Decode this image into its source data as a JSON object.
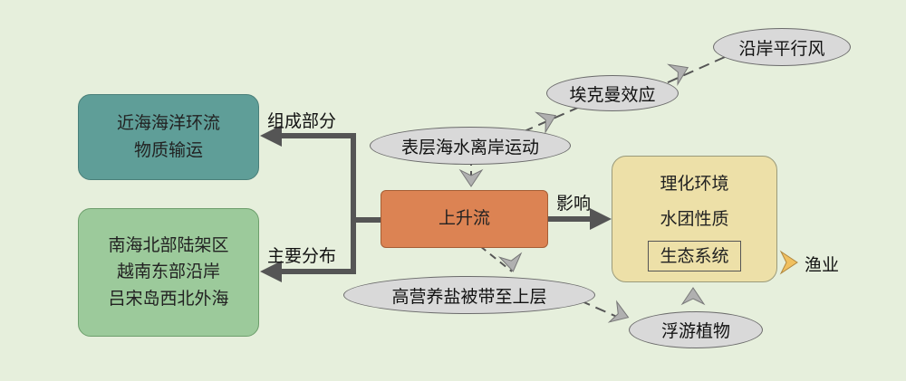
{
  "boxes": {
    "coastal": [
      "近海海洋环流",
      "物质输运"
    ],
    "regions": [
      "南海北部陆架区",
      "越南东部沿岸",
      "吕宋岛西北外海"
    ],
    "upwelling": "上升流",
    "environment": [
      "理化环境",
      "水团性质"
    ],
    "ecosystem": "生态系统"
  },
  "ellipses": {
    "alongshore_wind": "沿岸平行风",
    "ekman": "埃克曼效应",
    "offshore": "表层海水离岸运动",
    "nutrients": "高营养盐被带至上层",
    "plankton": "浮游植物"
  },
  "labels": {
    "component": "组成部分",
    "distribution": "主要分布",
    "influence": "影响",
    "fishery": "渔业"
  },
  "colors": {
    "background": "#e6efdc",
    "coastal_box": "#5f9e98",
    "region_box": "#9cca9b",
    "upwelling_box": "#dc8353",
    "environment_box": "#ede0a8",
    "ellipse": "#d9d9d9",
    "arrow": "#555555",
    "chevron": "#b0b0b0",
    "fishery_chevron": "#f0c060"
  }
}
